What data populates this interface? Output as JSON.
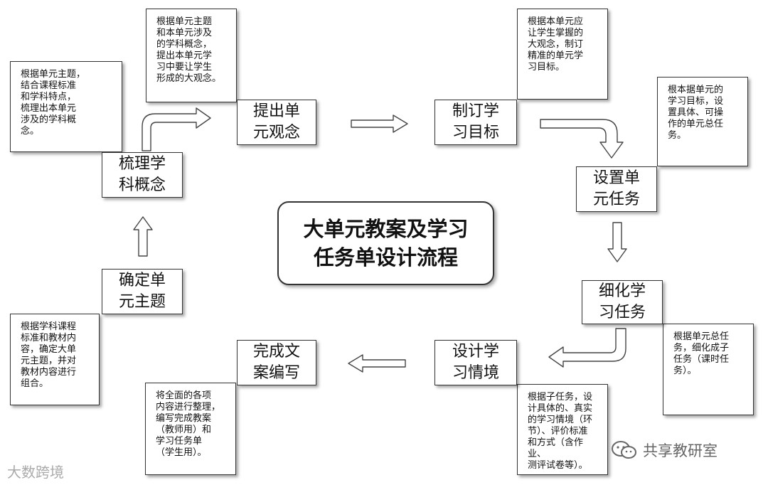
{
  "title": "大单元教案及学习\n任务单设计流程",
  "steps": {
    "confirm_theme": "确定单\n元主题",
    "sort_concepts": "梳理学\n科概念",
    "propose_concepts": "提出单\n元观念",
    "set_goals": "制订学\n习目标",
    "set_tasks": "设置单\n元任务",
    "refine_tasks": "细化学\n习任务",
    "design_context": "设计学\n习情境",
    "complete_writing": "完成文\n案编写"
  },
  "notes": {
    "sort_concepts": "根据单元主题，\n结合课程标准\n和学科特点，\n梳理出本单元\n涉及的学科概\n念。",
    "propose_concepts": "根据单元主题\n和本单元涉及\n的学科概念，\n提出本单元学\n习中要让学生\n形成的大观念。",
    "set_goals": "根据本单元应\n让学生掌握的\n大观念，制订\n精准的单元学\n习目标。",
    "set_tasks": "根本据单元的\n学习目标，设\n置具体、可操\n作的单元总任\n务。",
    "refine_tasks": "根据单元总任\n务，细化成子\n任务（课时任\n务）。",
    "design_context": "根据子任务，设\n计具体的、真实\n的学习情境（环\n节）、评价标准\n和方式（含作业、\n测评试卷等）。",
    "complete_writing": "将全面的各项\n内容进行整理，\n编写完成教案\n（教师用）和\n学习任务单\n（学生用）。",
    "confirm_theme": "根据学科课程\n标准和教材内\n容，确定大单\n元主题，并对\n教材内容进行\n组合。"
  },
  "watermarks": {
    "left": "大数跨境",
    "right": "共享教研室"
  }
}
